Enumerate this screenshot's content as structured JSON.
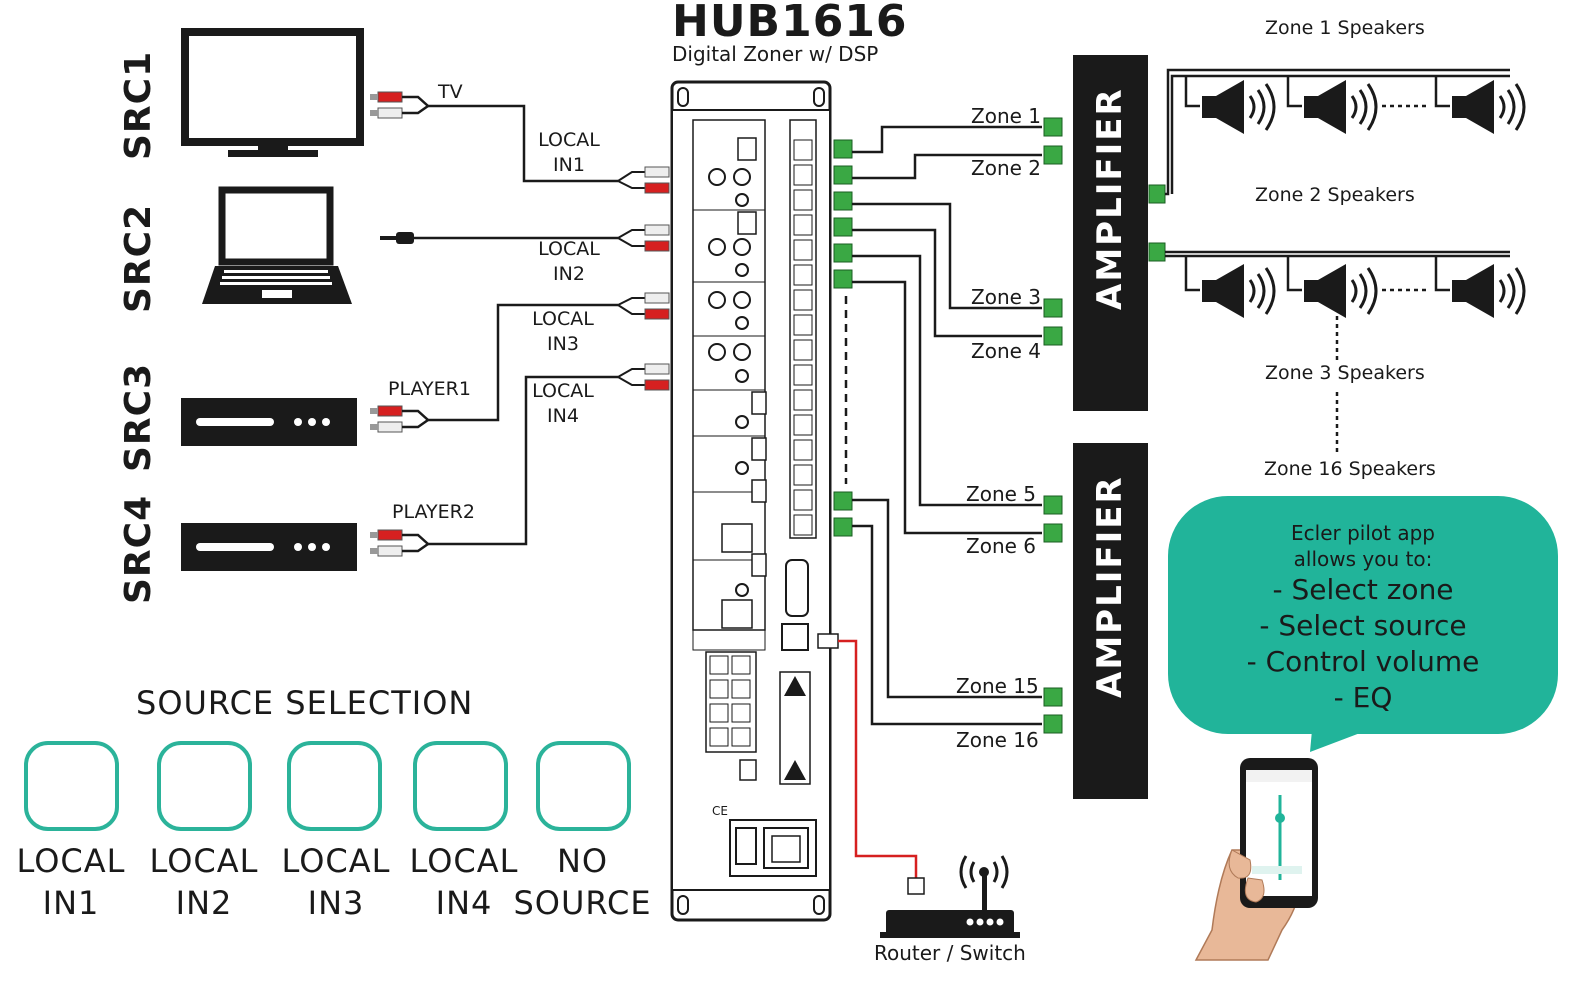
{
  "header": {
    "title": "HUB1616",
    "subtitle": "Digital Zoner w/ DSP"
  },
  "sources": [
    {
      "id": "SRC1",
      "device": "TV"
    },
    {
      "id": "SRC2",
      "device": ""
    },
    {
      "id": "SRC3",
      "device": "PLAYER1"
    },
    {
      "id": "SRC4",
      "device": "PLAYER2"
    }
  ],
  "local_inputs": [
    {
      "line1": "LOCAL",
      "line2": "IN1"
    },
    {
      "line1": "LOCAL",
      "line2": "IN2"
    },
    {
      "line1": "LOCAL",
      "line2": "IN3"
    },
    {
      "line1": "LOCAL",
      "line2": "IN4"
    }
  ],
  "zones": {
    "z1": "Zone 1",
    "z2": "Zone 2",
    "z3": "Zone 3",
    "z4": "Zone 4",
    "z5": "Zone 5",
    "z6": "Zone 6",
    "z15": "Zone 15",
    "z16": "Zone 16"
  },
  "amplifier_label": "AMPLIFIER",
  "speakers": {
    "zone1": "Zone 1 Speakers",
    "zone2": "Zone 2 Speakers",
    "zone3": "Zone 3 Speakers",
    "zone16": "Zone 16 Speakers"
  },
  "source_selection": {
    "title": "SOURCE SELECTION",
    "buttons": [
      {
        "line1": "LOCAL",
        "line2": "IN1"
      },
      {
        "line1": "LOCAL",
        "line2": "IN2"
      },
      {
        "line1": "LOCAL",
        "line2": "IN3"
      },
      {
        "line1": "LOCAL",
        "line2": "IN4"
      },
      {
        "line1": "NO",
        "line2": "SOURCE"
      }
    ]
  },
  "app_bubble": {
    "intro1": "Ecler pilot app",
    "intro2": "allows you to:",
    "items": [
      "- Select zone",
      "- Select source",
      "- Control volume",
      "- EQ"
    ]
  },
  "router_label": "Router / Switch",
  "colors": {
    "accent": "#21b49a",
    "outline": "#2bb39a",
    "wire": "#1a1a1a",
    "network": "#d62020",
    "terminal": "#3aa844",
    "rca_red": "#d62020"
  }
}
